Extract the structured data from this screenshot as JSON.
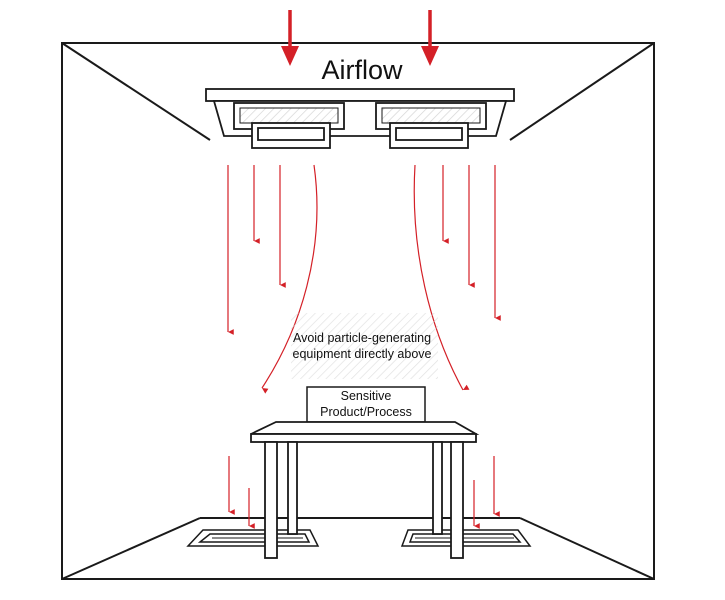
{
  "title": "Airflow",
  "warning": {
    "line1": "Avoid particle-generating",
    "line2": "equipment  directly above"
  },
  "product_label": {
    "line1": "Sensitive",
    "line2": "Product/Process"
  },
  "colors": {
    "arrow": "#d42027",
    "line": "#1a1a1a",
    "hatch": "#cfcfcf"
  },
  "icons": [
    "down-arrow-icon",
    "ceiling-air-diffuser",
    "floor-return-vent",
    "table"
  ]
}
